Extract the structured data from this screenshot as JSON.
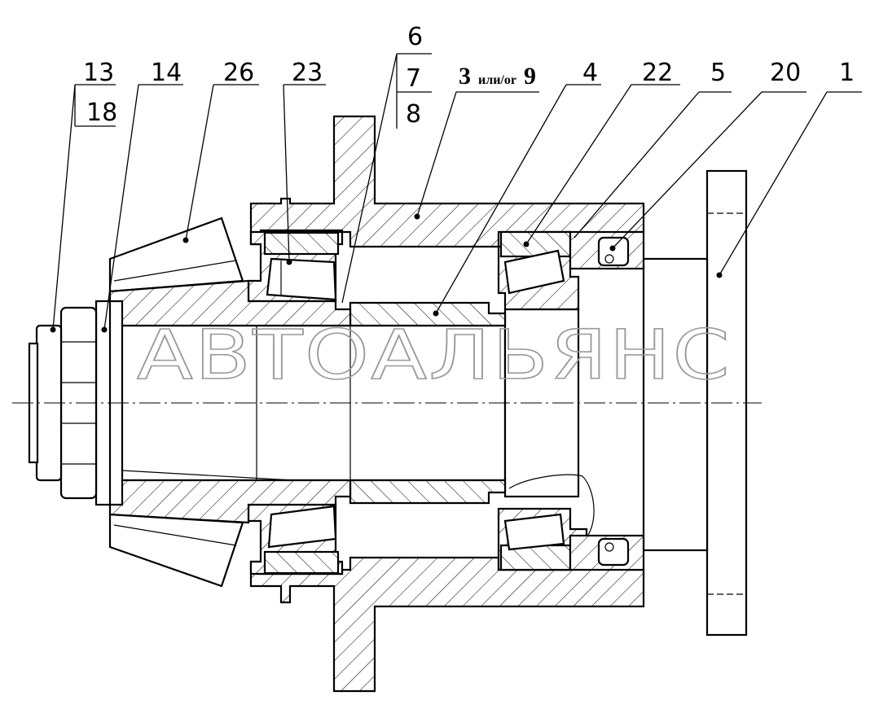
{
  "labels": {
    "l13": "13",
    "l18": "18",
    "l14": "14",
    "l26": "26",
    "l23": "23",
    "l6": "6",
    "l7": "7",
    "l8": "8",
    "l3_num": "3",
    "l3_mid": "или/or",
    "l3_alt": "9",
    "l4": "4",
    "l22": "22",
    "l5": "5",
    "l20": "20",
    "l1": "1"
  },
  "watermark": "АВТОАЛЬЯНС"
}
